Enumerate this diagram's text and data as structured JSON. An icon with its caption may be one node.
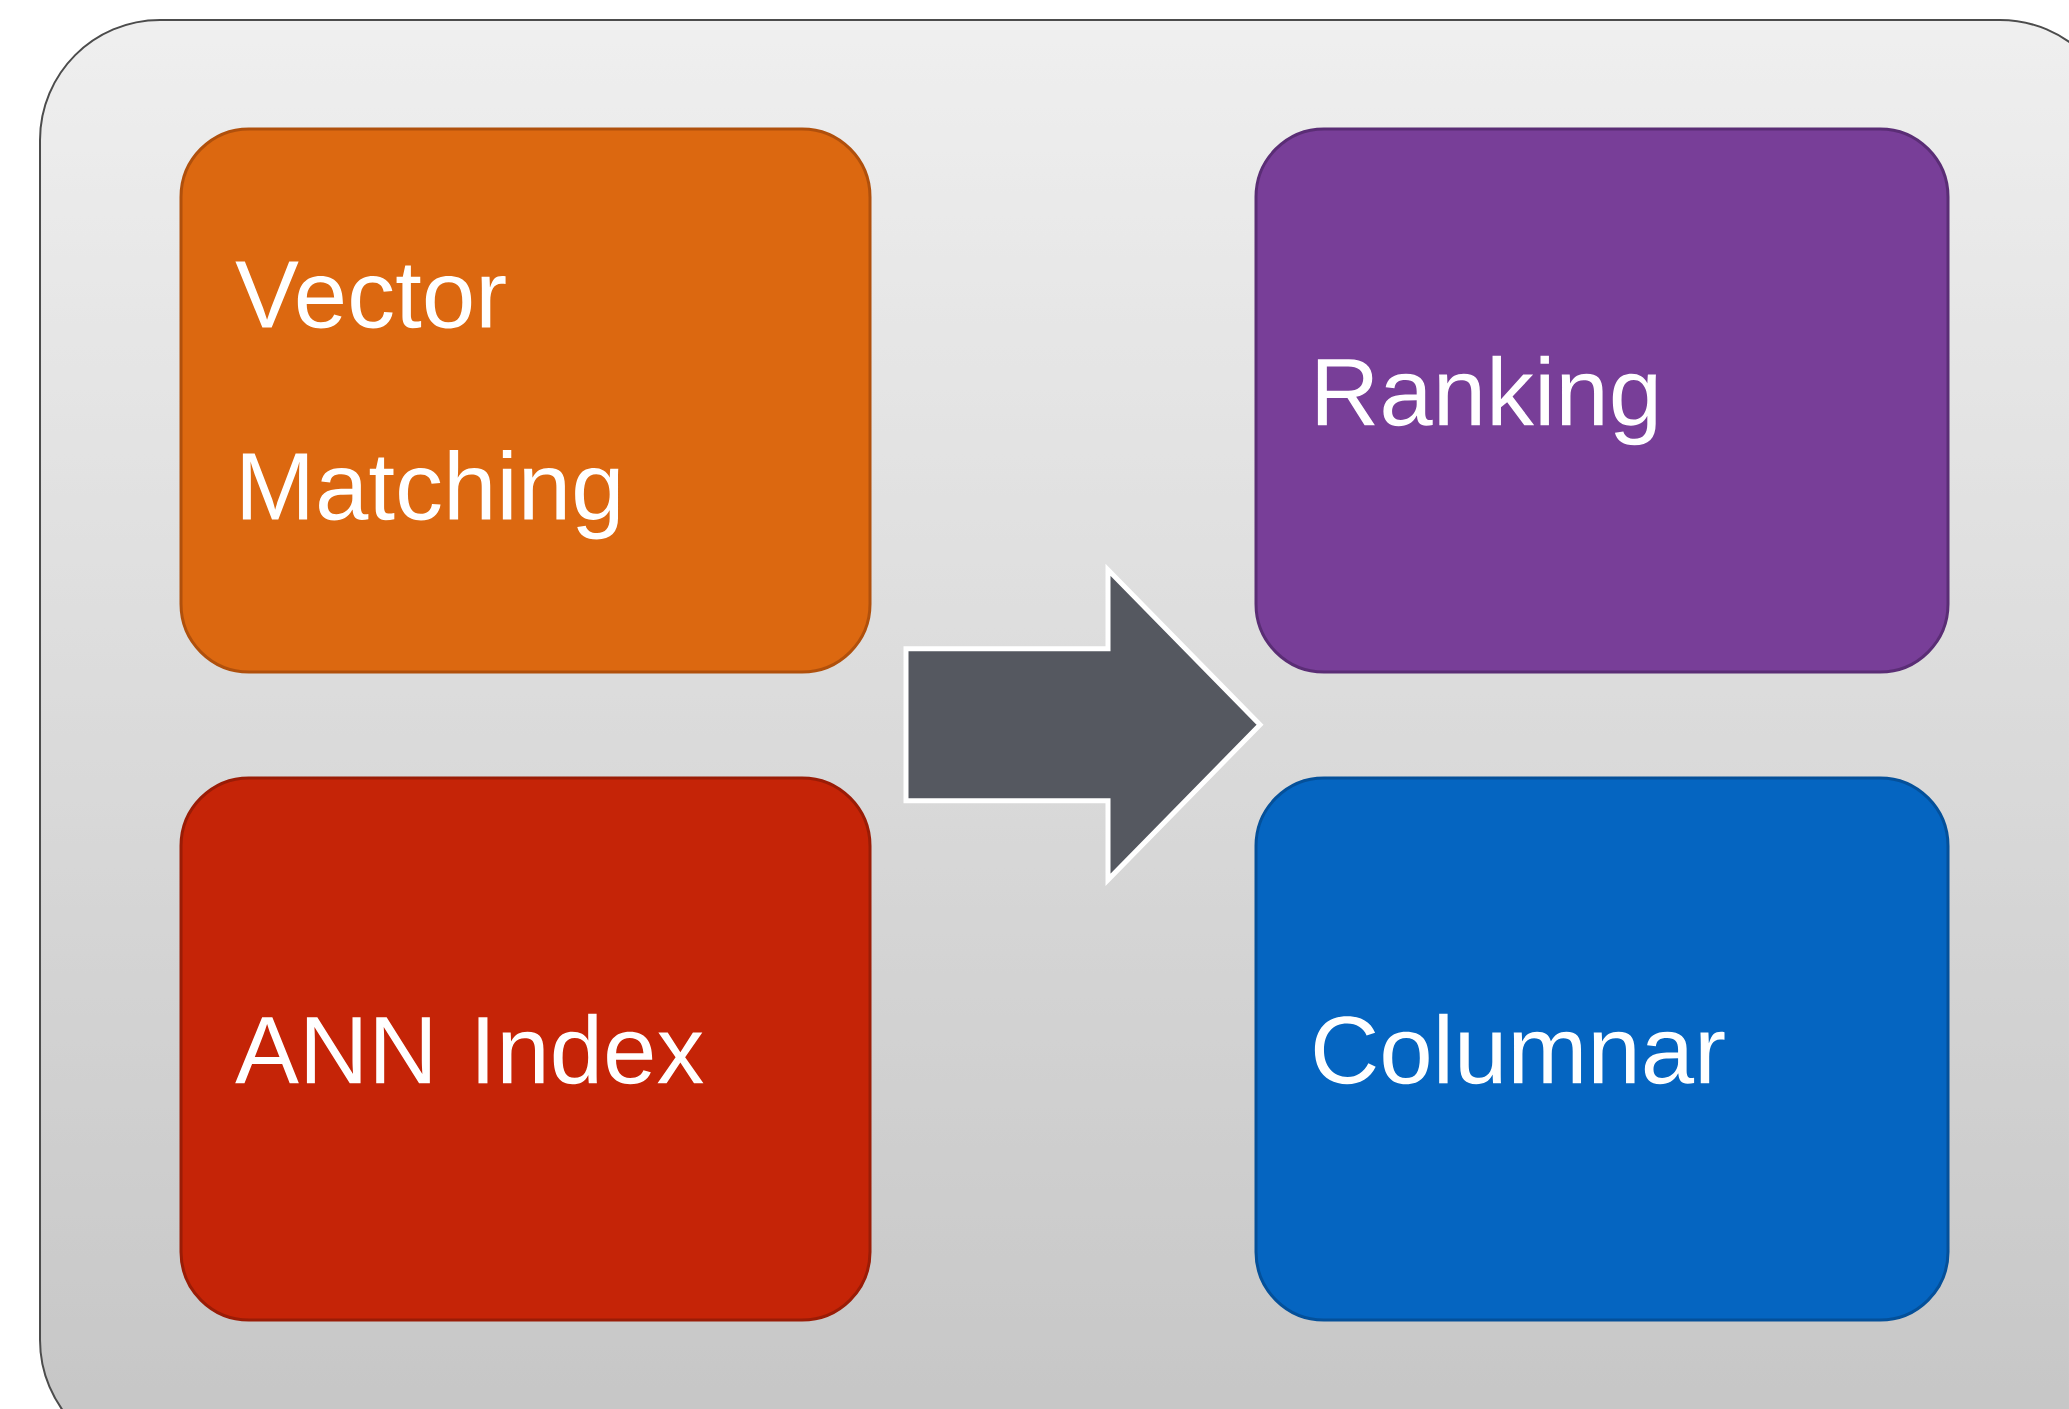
{
  "diagram": {
    "nodes": [
      {
        "text": [],
        "shape": "box"
      },
      {
        "text": [
          "Vector Matching"
        ],
        "in": 0
      },
      {
        "text": [
          "Ranking"
        ],
        "in": 0
      },
      {
        "text": [
          "ANN Index"
        ],
        "in": 0
      },
      {
        "text": [
          "Columnar"
        ],
        "in": 0
      }
    ],
    "edges": [
      {
        "from": 1,
        "to": 2,
        "arrow": "to"
      },
      {
        "from": 1,
        "to": 4,
        "arrow": "to"
      },
      {
        "from": 3,
        "to": 2,
        "arrow": "to"
      },
      {
        "from": 3,
        "to": 4,
        "arrow": "to"
      }
    ]
  }
}
